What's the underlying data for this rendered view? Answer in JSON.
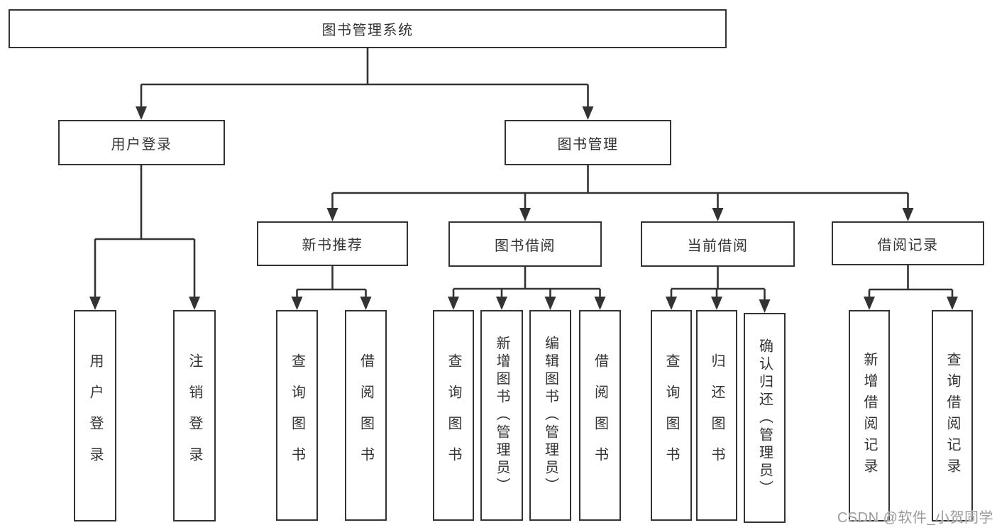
{
  "diagram": {
    "title": "图书管理系统",
    "children": [
      {
        "label": "用户登录",
        "children": [
          {
            "label": "用户登录"
          },
          {
            "label": "注销登录"
          }
        ]
      },
      {
        "label": "图书管理",
        "children": [
          {
            "label": "新书推荐",
            "children": [
              {
                "label": "查询图书"
              },
              {
                "label": "借阅图书"
              }
            ]
          },
          {
            "label": "图书借阅",
            "children": [
              {
                "label": "查询图书"
              },
              {
                "label": "新增图书（管理员）"
              },
              {
                "label": "编辑图书（管理员）"
              },
              {
                "label": "借阅图书"
              }
            ]
          },
          {
            "label": "当前借阅",
            "children": [
              {
                "label": "查询图书"
              },
              {
                "label": "归还图书"
              },
              {
                "label": "确认归还（管理员）"
              }
            ]
          },
          {
            "label": "借阅记录",
            "children": [
              {
                "label": "新增借阅记录"
              },
              {
                "label": "查询借阅记录"
              }
            ]
          }
        ]
      }
    ]
  },
  "watermark": {
    "text": "CSDN @软件_小贺同学",
    "color": "#9b9b9b"
  },
  "colors": {
    "line": "#333333",
    "text": "#333333",
    "node_background": "#ffffff",
    "page_background": "#ffffff"
  }
}
